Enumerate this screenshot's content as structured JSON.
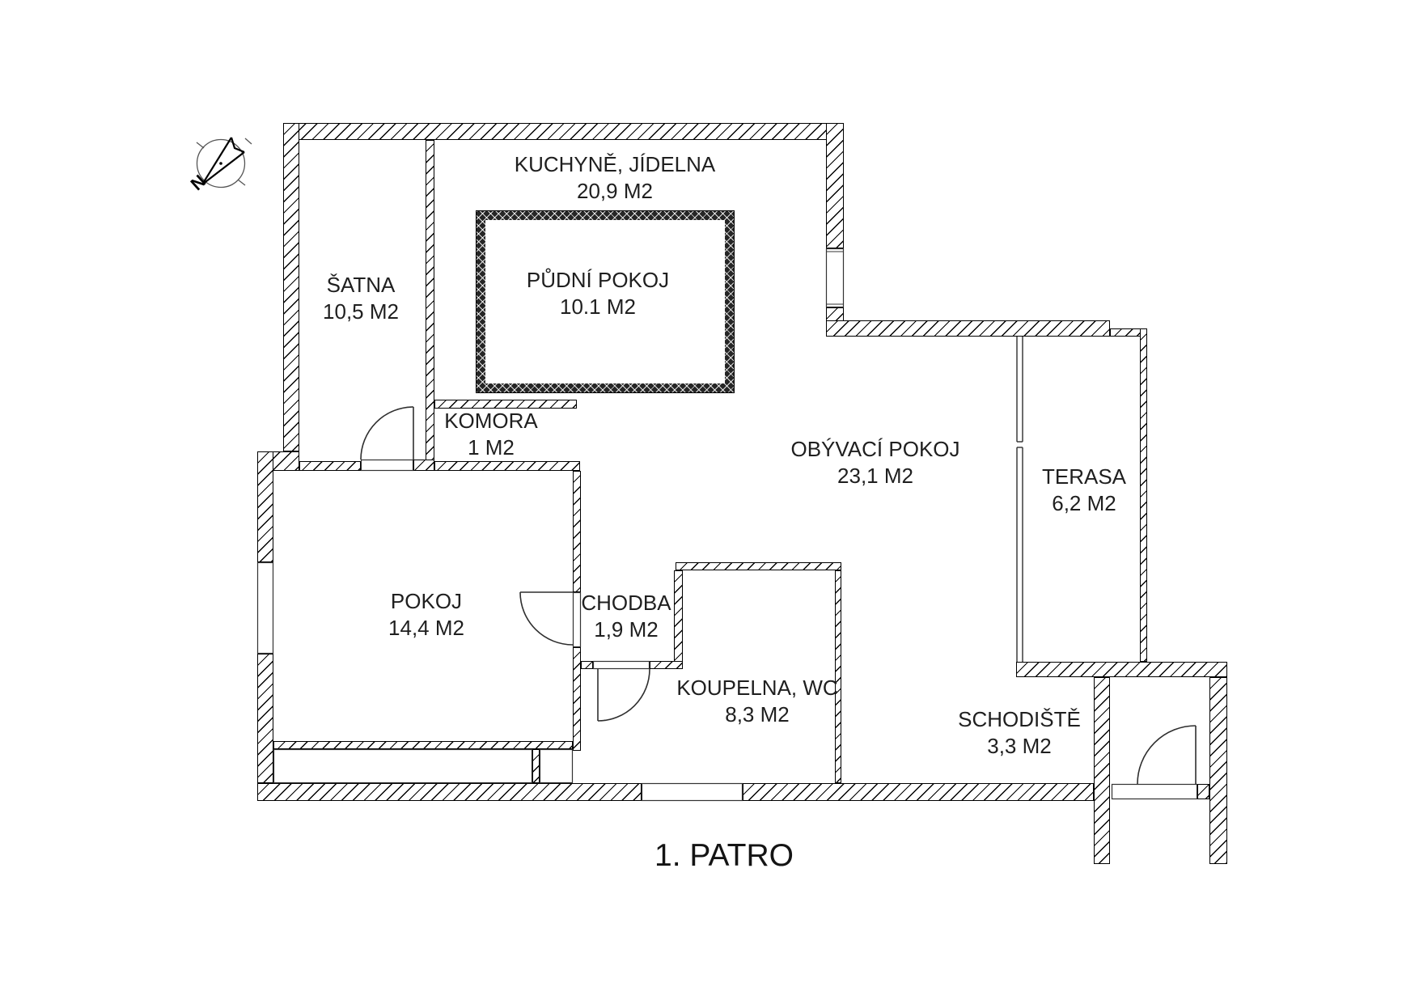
{
  "title": "1. PATRO",
  "compass": {
    "label": "N"
  },
  "rooms": [
    {
      "id": "kuchyne",
      "name": "KUCHYNĚ, JÍDELNA",
      "area": "20,9 M2"
    },
    {
      "id": "satna",
      "name": "ŠATNA",
      "area": "10,5 M2"
    },
    {
      "id": "pudni",
      "name": "PŮDNÍ POKOJ",
      "area": "10.1 M2"
    },
    {
      "id": "komora",
      "name": "KOMORA",
      "area": "1 M2"
    },
    {
      "id": "obyvaci",
      "name": "OBÝVACÍ POKOJ",
      "area": "23,1 M2"
    },
    {
      "id": "terasa",
      "name": "TERASA",
      "area": "6,2 M2"
    },
    {
      "id": "pokoj",
      "name": "POKOJ",
      "area": "14,4 M2"
    },
    {
      "id": "chodba",
      "name": "CHODBA",
      "area": "1,9 M2"
    },
    {
      "id": "koupelna",
      "name": "KOUPELNA, WC",
      "area": "8,3 M2"
    },
    {
      "id": "schodiste",
      "name": "SCHODIŠTĚ",
      "area": "3,3 M2"
    }
  ],
  "colors": {
    "line": "#000000",
    "text": "#1f1f1f",
    "background": "#ffffff",
    "attic_wall": "#262626"
  }
}
